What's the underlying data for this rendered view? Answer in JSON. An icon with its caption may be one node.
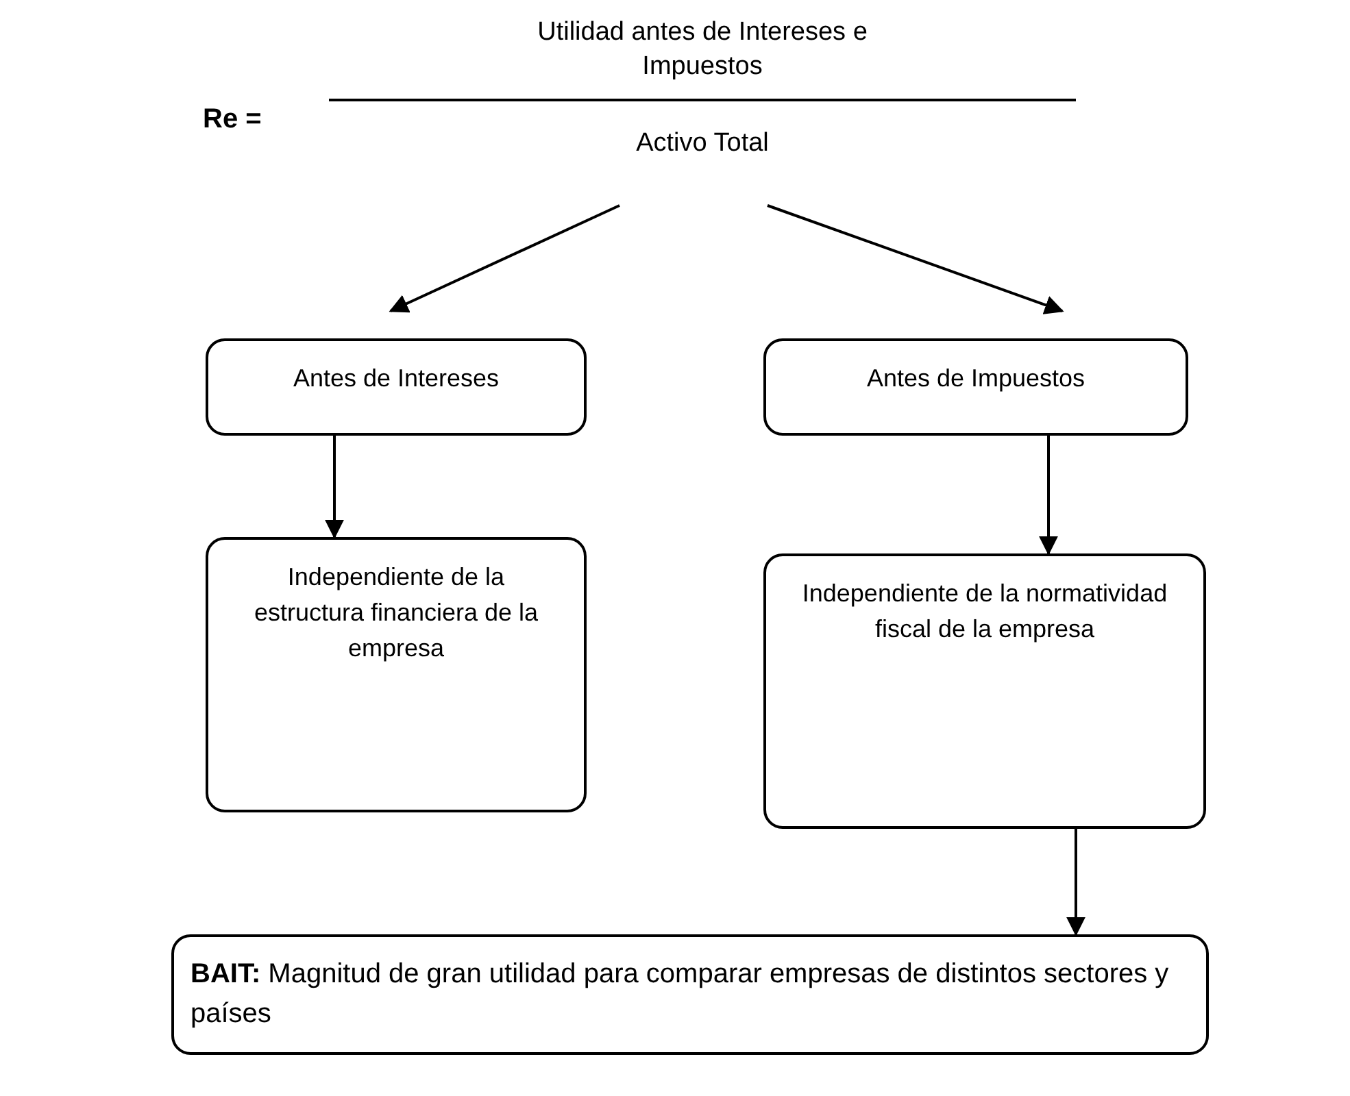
{
  "diagram": {
    "nodes": [
      {
        "text": [
          "Utilidad antes de Intereses e Impuestos",
          "Activo Total"
        ],
        "beside": [
          "Re ="
        ]
      },
      {
        "text": [
          "Antes de Intereses"
        ]
      },
      {
        "text": [
          "Antes de Impuestos"
        ]
      },
      {
        "text": [
          "Independiente de la estructura financiera de la empresa"
        ]
      },
      {
        "text": [
          "Independiente de la normatividad fiscal de la empresa"
        ]
      },
      {
        "text": [
          "**BAIT:** Magnitud de gran utilidad para comparar empresas de distintos sectores y países"
        ]
      }
    ],
    "edges": [
      {
        "from": 0,
        "to": 1,
        "arrow": "to"
      },
      {
        "from": 0,
        "to": 2,
        "arrow": "to"
      },
      {
        "from": 1,
        "to": 3,
        "arrow": "to"
      },
      {
        "from": 2,
        "to": 4,
        "arrow": "to"
      },
      {
        "from": 4,
        "to": 5,
        "arrow": "to"
      }
    ]
  }
}
